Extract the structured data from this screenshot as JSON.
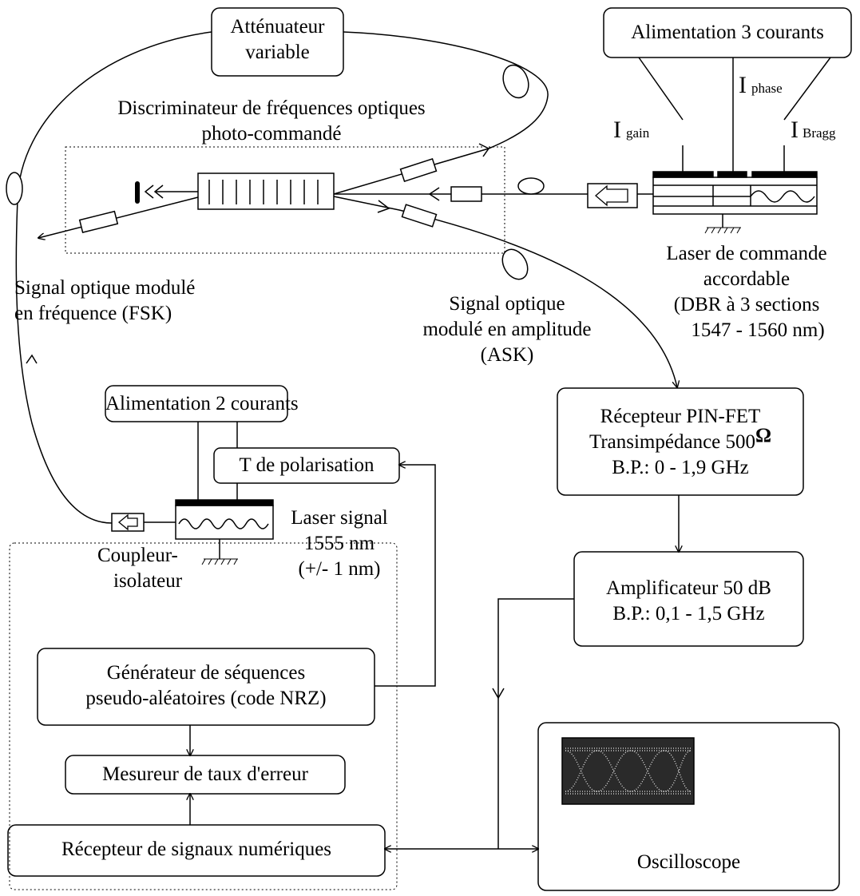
{
  "attenuator": {
    "line1": "Atténuateur",
    "line2": "variable"
  },
  "discriminator": {
    "line1": "Discriminateur de fréquences optiques",
    "line2": "photo-commandé"
  },
  "supply3": {
    "label": "Alimentation 3 courants"
  },
  "currents": {
    "i": "I",
    "gain": "gain",
    "phase": "phase",
    "bragg": "Bragg"
  },
  "control_laser": {
    "line1": "Laser de commande",
    "line2": "accordable",
    "line3": "(DBR à 3 sections",
    "line4": "1547 - 1560 nm)"
  },
  "fsk_signal": {
    "line1": "Signal optique modulé",
    "line2": "en fréquence (FSK)"
  },
  "ask_signal": {
    "line1": "Signal optique",
    "line2": "modulé en amplitude",
    "line3": "(ASK)"
  },
  "supply2": {
    "label": "Alimentation 2 courants"
  },
  "bias_tee": {
    "label": "T de polarisation"
  },
  "signal_laser": {
    "line1": "Laser signal",
    "line2": "1555 nm",
    "line3": "(+/- 1 nm)"
  },
  "coupler": {
    "line1": "Coupleur-",
    "line2": "isolateur"
  },
  "receiver": {
    "line1": "Récepteur PIN-FET",
    "line2": "Transimpédance 500",
    "ohm": "Ω",
    "line3": "B.P.: 0 - 1,9 GHz"
  },
  "amplifier": {
    "line1": "Amplificateur 50 dB",
    "line2": "B.P.: 0,1 - 1,5 GHz"
  },
  "generator": {
    "line1": "Générateur de séquences",
    "line2": "pseudo-aléatoires (code NRZ)"
  },
  "error_meter": {
    "label": "Mesureur de taux d'erreur"
  },
  "digital_receiver": {
    "label": "Récepteur de signaux numériques"
  },
  "oscilloscope": {
    "label": "Oscilloscope"
  },
  "colors": {
    "stroke": "#000000",
    "background": "#ffffff",
    "screen": "#2a2a2a"
  }
}
